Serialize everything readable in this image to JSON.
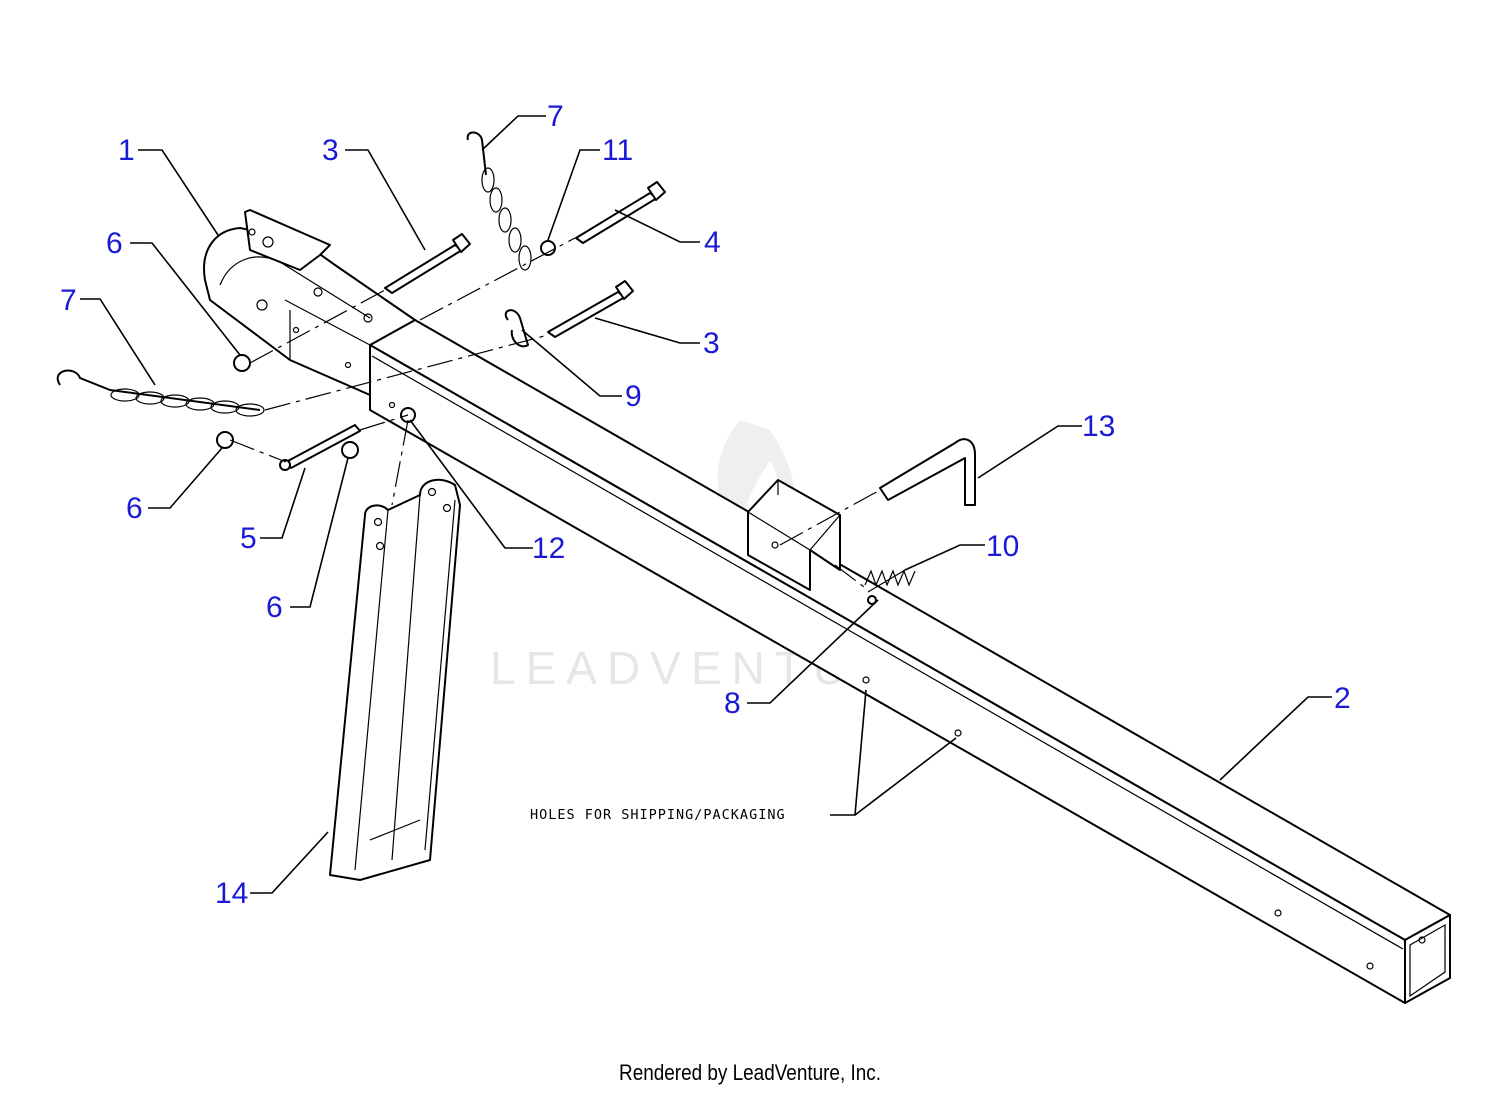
{
  "callouts": [
    {
      "id": "c1",
      "label": "1"
    },
    {
      "id": "c2",
      "label": "2"
    },
    {
      "id": "c3a",
      "label": "3"
    },
    {
      "id": "c3b",
      "label": "3"
    },
    {
      "id": "c4",
      "label": "4"
    },
    {
      "id": "c5",
      "label": "5"
    },
    {
      "id": "c6a",
      "label": "6"
    },
    {
      "id": "c6b",
      "label": "6"
    },
    {
      "id": "c6c",
      "label": "6"
    },
    {
      "id": "c7a",
      "label": "7"
    },
    {
      "id": "c7b",
      "label": "7"
    },
    {
      "id": "c8",
      "label": "8"
    },
    {
      "id": "c9",
      "label": "9"
    },
    {
      "id": "c10",
      "label": "10"
    },
    {
      "id": "c11",
      "label": "11"
    },
    {
      "id": "c12",
      "label": "12"
    },
    {
      "id": "c13",
      "label": "13"
    },
    {
      "id": "c14",
      "label": "14"
    }
  ],
  "note": "HOLES FOR SHIPPING/PACKAGING",
  "watermark": "LEADVENTURE",
  "footer": "Rendered by LeadVenture, Inc.",
  "colors": {
    "callout": "#1a1ad6",
    "line": "#000000",
    "watermark": "#e6e6e6"
  }
}
